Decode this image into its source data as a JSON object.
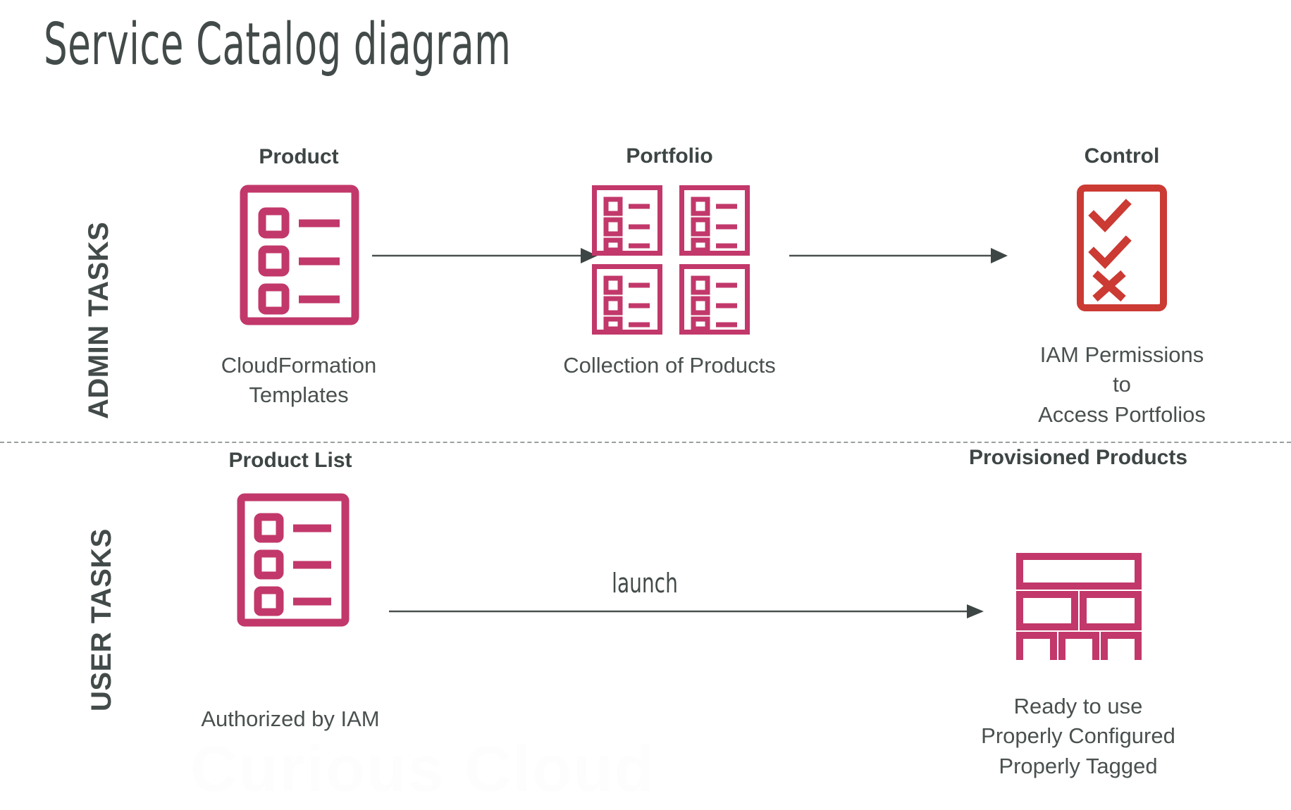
{
  "page": {
    "title": "Service Catalog diagram",
    "background": "#ffffff",
    "watermark": "Curious Cloud"
  },
  "colors": {
    "crimson": "#C2386A",
    "red": "#CB3A33",
    "text_dark": "#3E4545",
    "text_body": "#4A5050",
    "arrow": "#4A5050",
    "divider": "#9AA0A0"
  },
  "bands": [
    {
      "id": "admin",
      "label": "ADMIN TASKS"
    },
    {
      "id": "user",
      "label": "USER TASKS"
    }
  ],
  "nodes": {
    "product": {
      "title": "Product",
      "caption": "CloudFormation\nTemplates",
      "icon": "checklist-document-icon",
      "icon_color": "#C2386A",
      "rows": 3
    },
    "portfolio": {
      "title": "Portfolio",
      "caption": "Collection of Products",
      "icon": "checklist-grid-icon",
      "icon_color": "#C2386A",
      "grid": "2x2",
      "rows_per_card": 3
    },
    "control": {
      "title": "Control",
      "caption": "IAM Permissions to\nAccess Portfolios",
      "icon": "check-check-cross-document-icon",
      "icon_color": "#CB3A33",
      "marks": [
        "check",
        "check",
        "cross"
      ]
    },
    "product_list": {
      "title": "Product List",
      "caption": "Authorized by IAM",
      "icon": "checklist-document-icon",
      "icon_color": "#C2386A",
      "rows": 3
    },
    "provisioned_products": {
      "title": "Provisioned Products",
      "caption": "Ready to use\nProperly Configured\nProperly Tagged",
      "icon": "dashboard-blocks-icon",
      "icon_color": "#C2386A",
      "blocks": [
        1,
        2,
        3
      ]
    }
  },
  "arrows": [
    {
      "id": "product-to-portfolio",
      "label": ""
    },
    {
      "id": "portfolio-to-control",
      "label": ""
    },
    {
      "id": "product-list-to-provisioned",
      "label": "launch"
    }
  ]
}
